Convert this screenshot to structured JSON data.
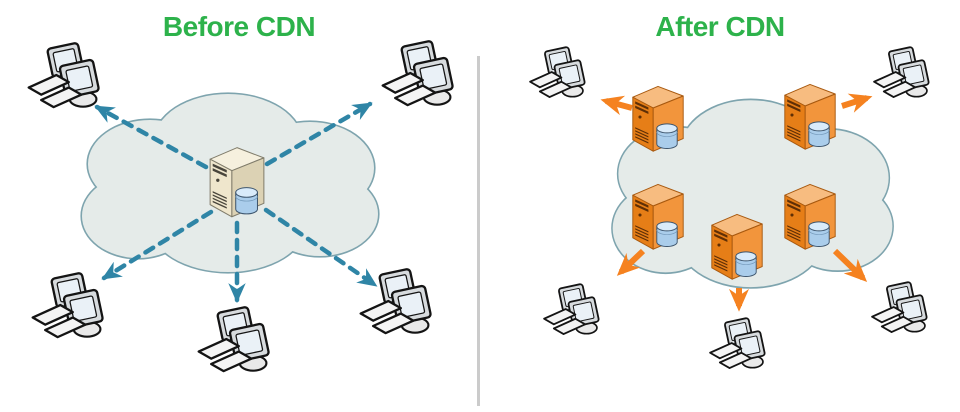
{
  "diagram": {
    "before": {
      "title": "Before CDN",
      "cloud_label": "internet-cloud",
      "servers": [
        {
          "icon": "origin-server",
          "color": "beige",
          "position": "center-of-cloud"
        }
      ],
      "clients": [
        {
          "icon": "client-computer",
          "position": "top-left"
        },
        {
          "icon": "client-computer",
          "position": "top-right"
        },
        {
          "icon": "client-computer",
          "position": "bottom-left"
        },
        {
          "icon": "client-computer",
          "position": "bottom-center"
        },
        {
          "icon": "client-computer",
          "position": "bottom-right"
        }
      ],
      "arrows": {
        "count": 5,
        "style": "dashed",
        "color": "#2F85A6",
        "from": "origin-server",
        "to": "clients"
      }
    },
    "after": {
      "title": "After CDN",
      "cloud_label": "internet-cloud",
      "servers": [
        {
          "icon": "edge-server",
          "color": "orange",
          "position": "cloud-top-left"
        },
        {
          "icon": "edge-server",
          "color": "orange",
          "position": "cloud-top-right"
        },
        {
          "icon": "edge-server",
          "color": "orange",
          "position": "cloud-bottom-left"
        },
        {
          "icon": "edge-server",
          "color": "orange",
          "position": "cloud-bottom-center"
        },
        {
          "icon": "edge-server",
          "color": "orange",
          "position": "cloud-bottom-right"
        }
      ],
      "clients": [
        {
          "icon": "client-computer",
          "position": "top-left"
        },
        {
          "icon": "client-computer",
          "position": "top-right"
        },
        {
          "icon": "client-computer",
          "position": "bottom-left"
        },
        {
          "icon": "client-computer",
          "position": "bottom-center"
        },
        {
          "icon": "client-computer",
          "position": "bottom-right"
        }
      ],
      "arrows": {
        "count": 5,
        "style": "solid",
        "color": "#F58220",
        "from": "edge-servers",
        "to": "clients"
      }
    }
  },
  "colors": {
    "title_green": "#2DB24B",
    "arrow_teal": "#2F85A6",
    "arrow_orange": "#F58220",
    "cloud_fill": "#E5EBE9",
    "cloud_stroke": "#7EA4AE",
    "divider": "#CBCBCB",
    "server_beige_front": "#EFE6CC",
    "server_beige_side": "#DCD2B4",
    "server_beige_top": "#F6F0DE",
    "server_orange_front": "#E67E17",
    "server_orange_side": "#F2953C",
    "server_orange_top": "#F7BC80",
    "database_body": "#AACDEB",
    "database_top": "#D9EBFA"
  }
}
